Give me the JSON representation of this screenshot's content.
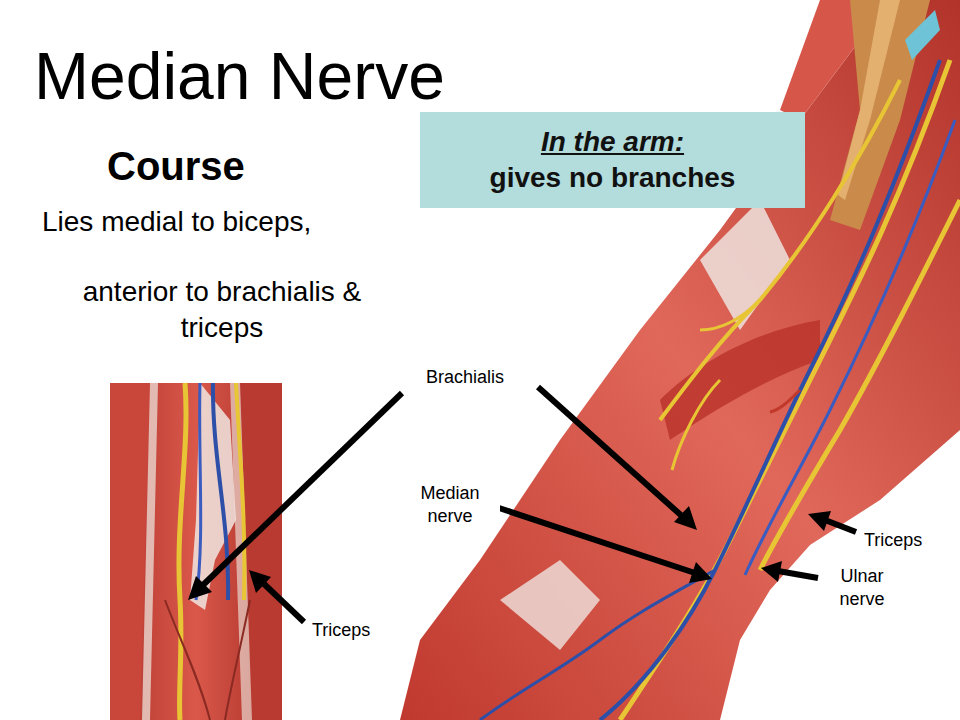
{
  "diagram": {
    "title": "Median Nerve",
    "nodes": [
      {
        "text": [
          "In the arm:",
          "gives no branches"
        ]
      }
    ],
    "labels": [
      "Course",
      "Lies medial to biceps,",
      "anterior to brachialis & triceps",
      "Brachialis",
      "Median nerve",
      "Triceps",
      "Ulnar nerve",
      "Triceps"
    ]
  }
}
